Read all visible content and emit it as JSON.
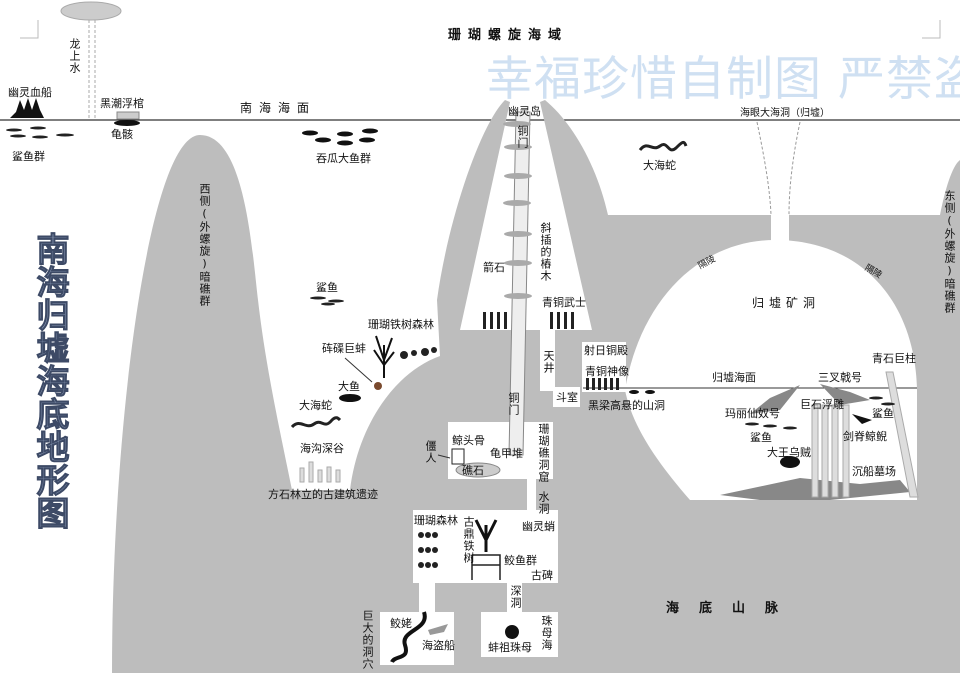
{
  "title": "南海归墟海底地形图",
  "watermark": "幸福珍惜自制图 严禁盗图",
  "colors": {
    "rock": "#bdbdbd",
    "cave": "#ffffff",
    "watermark": "#cfe0f2",
    "title": "#96a6c2"
  },
  "labels": {
    "coral_spiral_sea": "珊瑚螺旋海域",
    "waterspout": "龙上水",
    "ghost_blood_ship": "幽灵血船",
    "shark_school_1": "鲨鱼群",
    "black_tide_coffin": "黑潮浮棺",
    "turtle_skeleton": "龟骸",
    "south_sea_surface": "南海海面",
    "melon_fish_school": "吞瓜大鱼群",
    "west_reefs": "西侧(外螺旋)暗礁群",
    "ghost_island": "幽灵岛",
    "sea_eye": "海眼大海洞（归墟）",
    "sea_serpent_1": "大海蛇",
    "east_reefs": "东侧(外螺旋)暗礁群",
    "bronze_gate_1": "铜门",
    "arrow_stone": "箭石",
    "slanted_stakes": "斜插的樁木",
    "bronze_warriors": "青铜武士",
    "shark_1": "鲨鱼",
    "coral_iron_forest": "珊瑚铁树森林",
    "giant_clam": "砗磲巨蚌",
    "big_fish": "大鱼",
    "sea_serpent_2": "大海蛇",
    "trench_valley": "海沟深谷",
    "ancient_ruins": "方石林立的古建筑遗迹",
    "skylight": "天井",
    "bronze_gate_2": "铜门",
    "small_chamber": "斗室",
    "sun_shooting_hall": "射日铜殿",
    "bronze_statues": "青铜神像",
    "black_beam_cave": "黑梁高悬的山洞",
    "guixu_surface": "归墟海面",
    "trident": "三叉戟号",
    "bluestone_pillar": "青石巨柱",
    "stone_relief": "巨石浮雕",
    "mary_ship": "玛丽仙奴号",
    "shark_2": "鲨鱼",
    "shark_3": "鲨鱼",
    "sword_whale": "剑脊鲸鲵",
    "giant_squid": "大王乌贼",
    "shipwreck_graveyard": "沉船墓场",
    "guixu_mine": "归墟矿洞",
    "tunnel_1": "隔陵",
    "tunnel_2": "隔陵",
    "zombie": "僵人",
    "whale_skull": "鲸头骨",
    "turtle_shell_pile": "龟甲堆",
    "reef": "礁石",
    "coral_reef_grotto": "珊瑚礁洞窟",
    "water_cave": "水洞",
    "coral_forest": "珊瑚森林",
    "ancient_cauldron_tree": "古鼎铁树",
    "ghost_octopus": "幽灵蛸",
    "shark_fish_school": "鲛鱼群",
    "ancient_stele": "古碑",
    "deep_cave": "深洞",
    "giant_cavern": "巨大的洞穴",
    "shark_crone": "鲛姥",
    "pirate_ship": "海盗船",
    "pearl_sea": "珠母海",
    "clam_ancestor_pearl": "蚌祖珠母",
    "undersea_mountains": "海底山脉"
  }
}
